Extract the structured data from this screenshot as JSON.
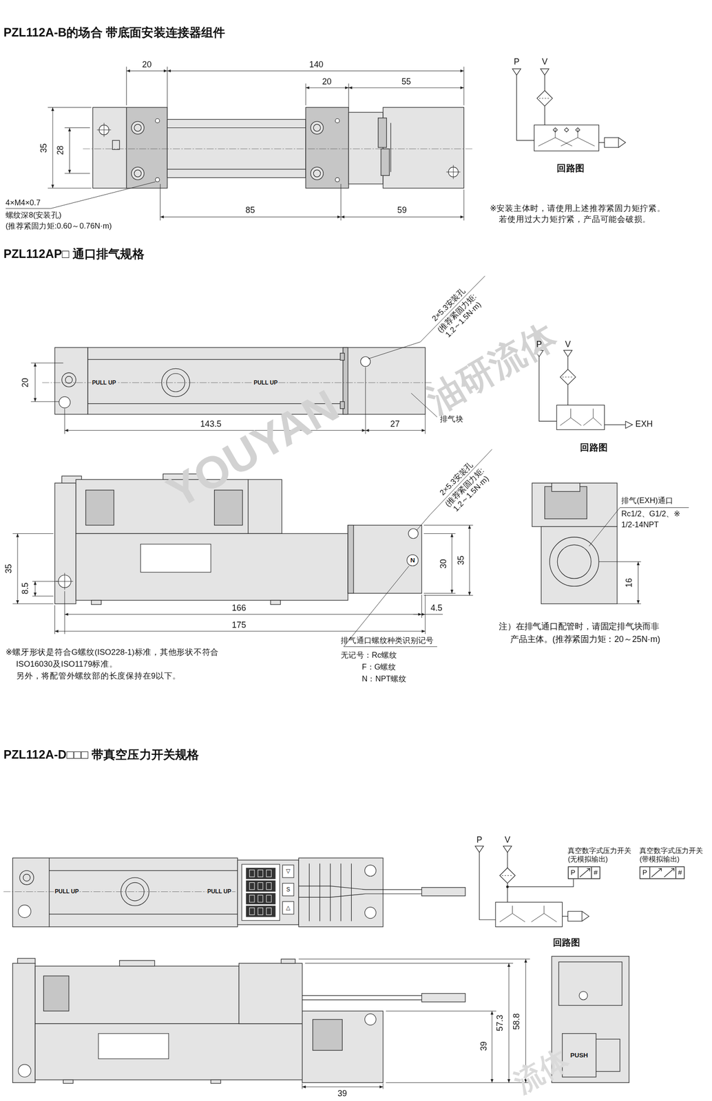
{
  "diagram": {
    "nodes": [
      {
        "text": [
          "真空数字式压力开关 (无模拟输出)",
          "P",
          "#"
        ]
      },
      {
        "text": [
          "真空数字式压力开关 (带模拟输出)",
          "P",
          "#"
        ]
      }
    ],
    "labels": [
      "PZL112A-B的场合 带底面安装连接器组件",
      "20",
      "140",
      "20",
      "55",
      "35",
      "28",
      "4×M4×0.7",
      "螺纹深8(安装孔)",
      "(推荐紧固力矩:0.60～0.76N·m)",
      "85",
      "59",
      "P",
      "V",
      "回路图",
      "※安装主体时，请使用上述推荐紧固力矩拧紧。",
      "若使用过大力矩拧紧，产品可能会破损。",
      "PZL112AP□ 通口排气规格",
      "2×5.3安装孔",
      "(推荐紧固力矩:",
      "1.2～1.5N·m)",
      "PULL UP",
      "PULL UP",
      "20",
      "143.5",
      "27",
      "排气块",
      "P",
      "V",
      "EXH",
      "回路图",
      "2×5.3安装孔",
      "(推荐紧固力矩:",
      "1.2～1.5N·m)",
      "35",
      "8.5",
      "166",
      "175",
      "4.5",
      "N",
      "30",
      "35",
      "排气(EXH)通口",
      "Rc1/2、G1/2、※",
      "1/2-14NPT",
      "16",
      "注）在排气通口配管时，请固定排气块而非",
      "产品主体。(推荐紧固力矩：20～25N·m)",
      "※螺牙形状是符合G螺纹(ISO228-1)标准，其他形状不符合",
      "ISO16030及ISO1179标准。",
      "另外，将配管外螺纹部的长度保持在9以下。",
      "排气通口螺纹种类识别记号",
      "无记号：Rc螺纹",
      "F：G螺纹",
      "N：NPT螺纹",
      "YOUYAN",
      "油研流体",
      "PZL112A-D□□□ 带真空压力开关规格",
      "PULL UP",
      "PULL UP",
      "▽",
      "S",
      "△",
      "P",
      "V",
      "回路图",
      "57.3",
      "58.8",
      "39",
      "39",
      "PUSH",
      "流体"
    ]
  }
}
